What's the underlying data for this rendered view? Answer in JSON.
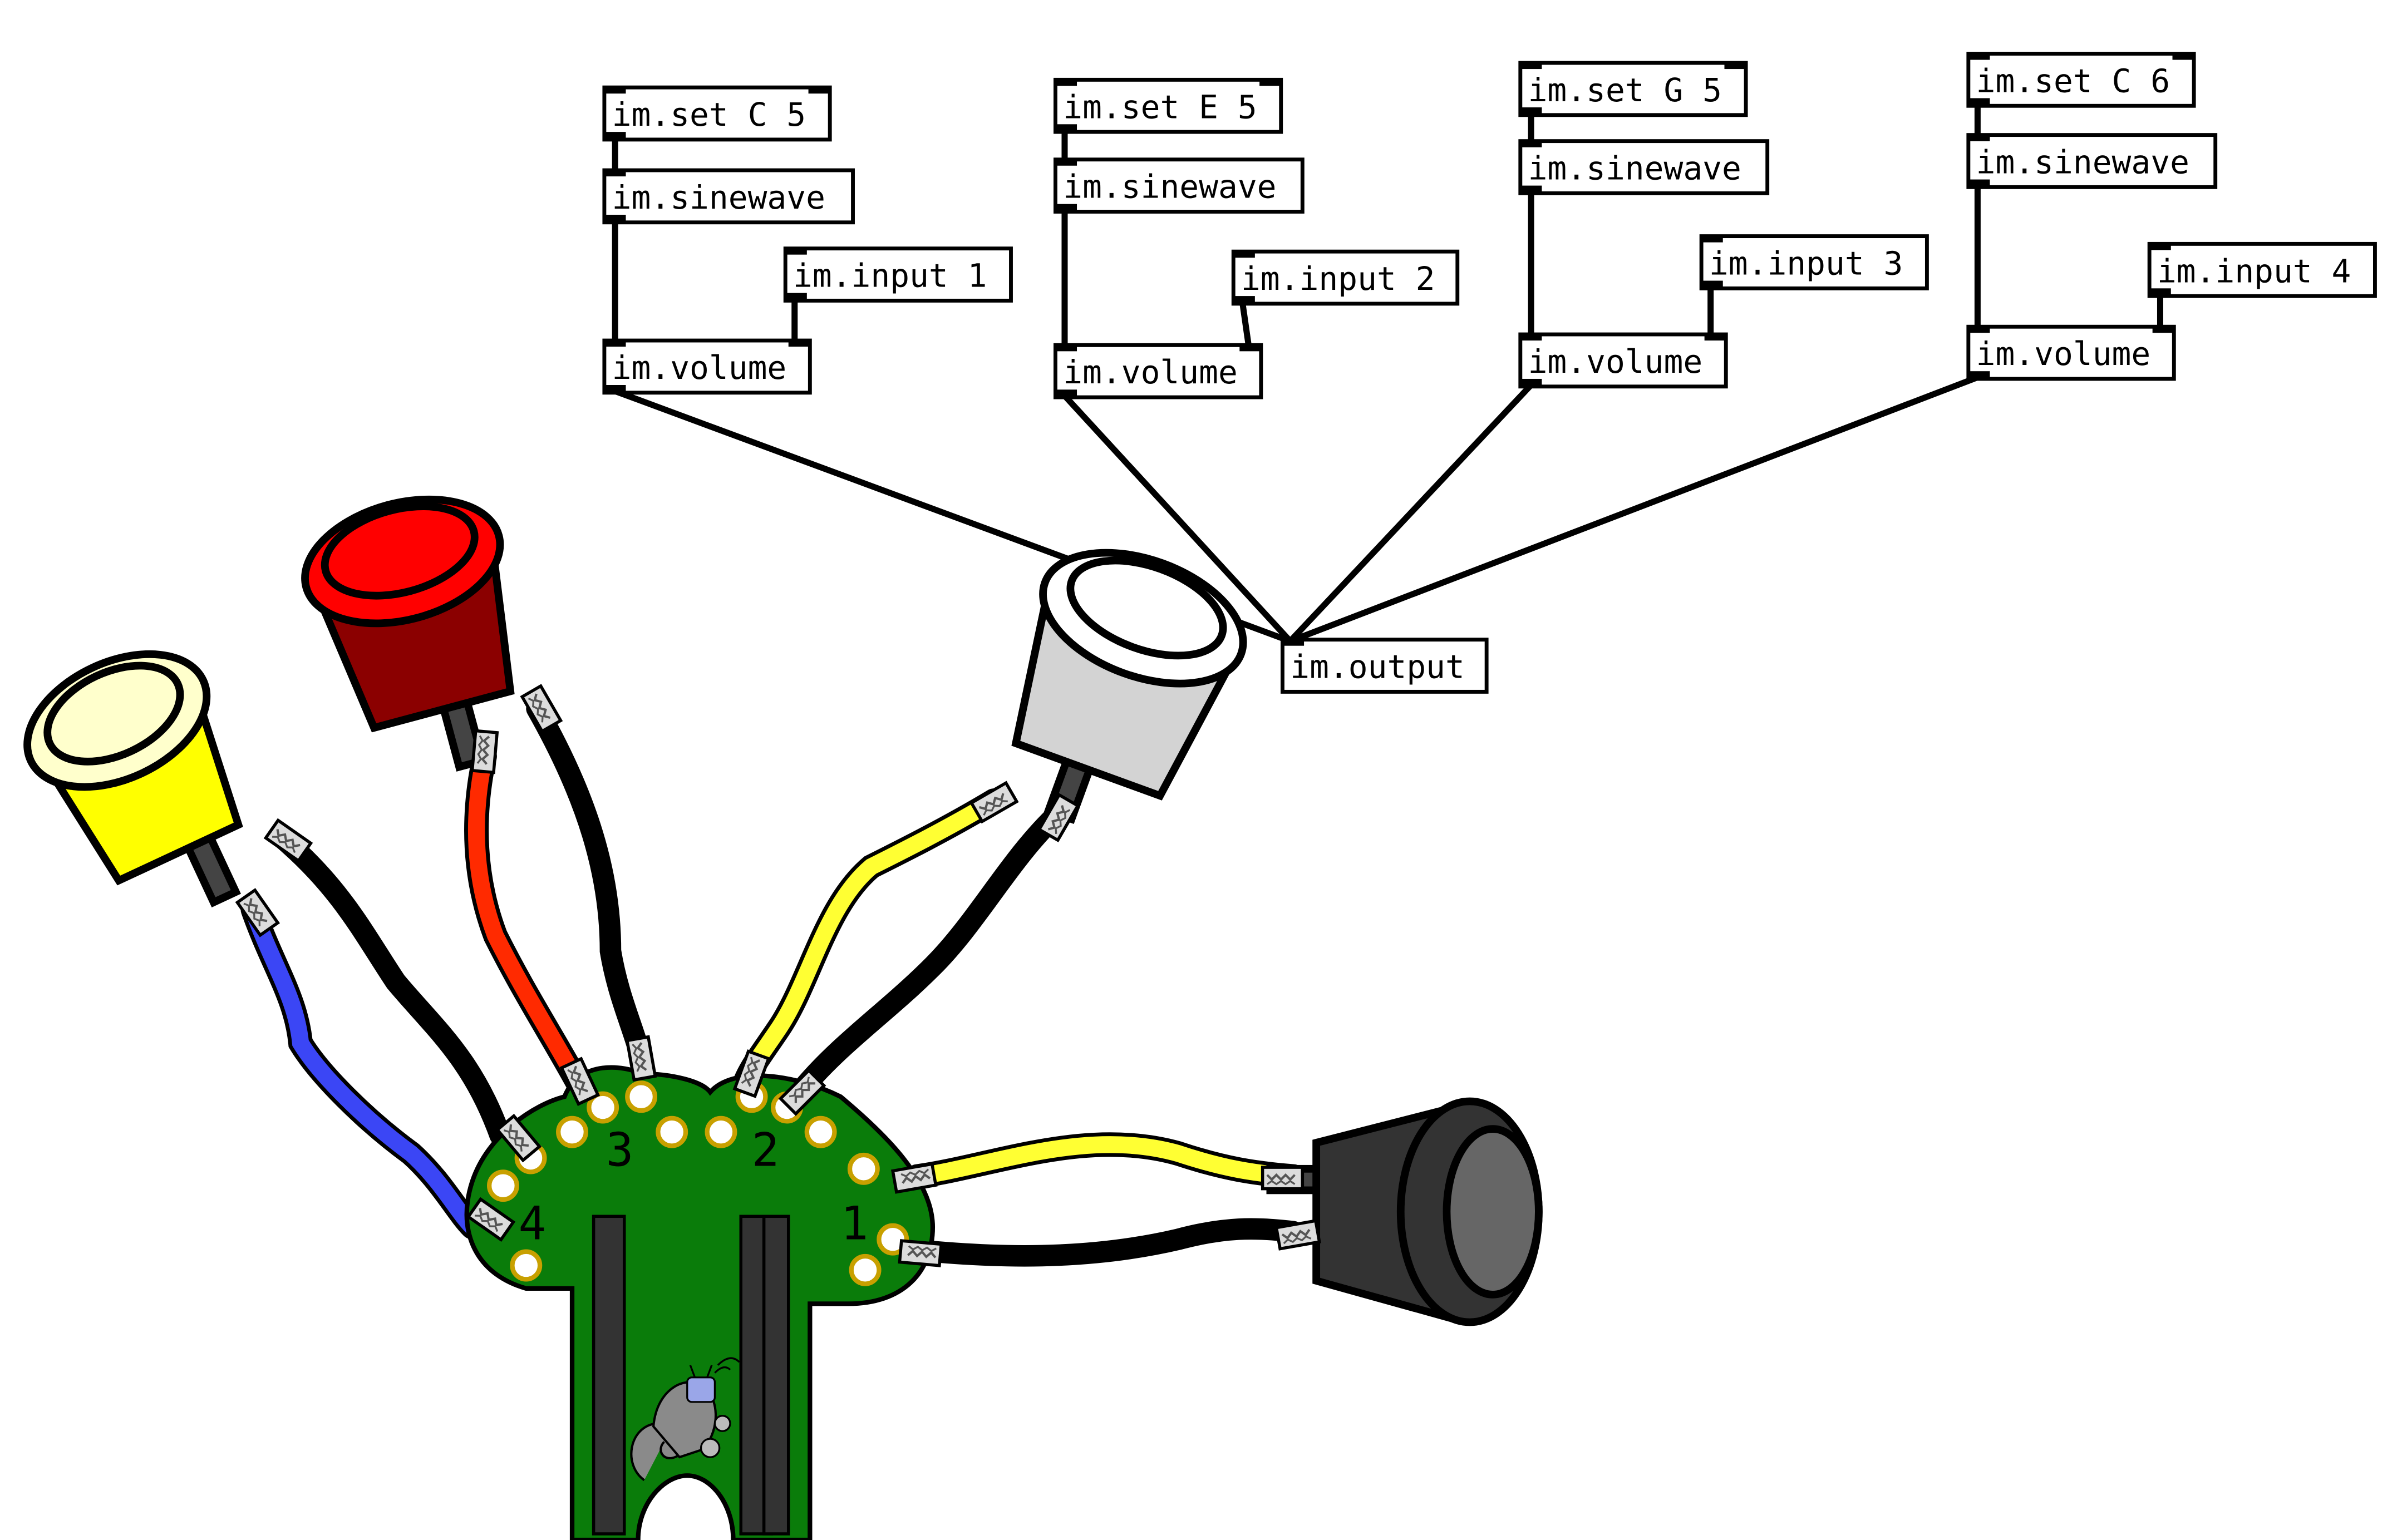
{
  "patch": {
    "channels": [
      {
        "set": "im.set C 5",
        "osc": "im.sinewave",
        "input": "im.input 1",
        "volume": "im.volume"
      },
      {
        "set": "im.set E 5",
        "osc": "im.sinewave",
        "input": "im.input 2",
        "volume": "im.volume"
      },
      {
        "set": "im.set G 5",
        "osc": "im.sinewave",
        "input": "im.input 3",
        "volume": "im.volume"
      },
      {
        "set": "im.set C 6",
        "osc": "im.sinewave",
        "input": "im.input 4",
        "volume": "im.volume"
      }
    ],
    "output": "im.output"
  },
  "board": {
    "pin_labels": [
      "4",
      "3",
      "2",
      "1"
    ]
  },
  "buttons": [
    {
      "name": "yellow-arcade-button",
      "cap": "#ffffcc",
      "body": "#ffff00",
      "wire": "#3b46f5"
    },
    {
      "name": "red-arcade-button",
      "cap": "#ff0000",
      "body": "#8b0000",
      "wire": "#ff2a00"
    },
    {
      "name": "white-arcade-button",
      "cap": "#ffffff",
      "body": "#d3d3d3",
      "wire": "#ffff33"
    },
    {
      "name": "black-arcade-button",
      "cap": "#666666",
      "body": "#333333",
      "wire": "#ffff33"
    }
  ],
  "colors": {
    "board_green": "#0a7c0a",
    "header_dark": "#333333",
    "line": "#000000",
    "clip": "#dcdcdc"
  }
}
